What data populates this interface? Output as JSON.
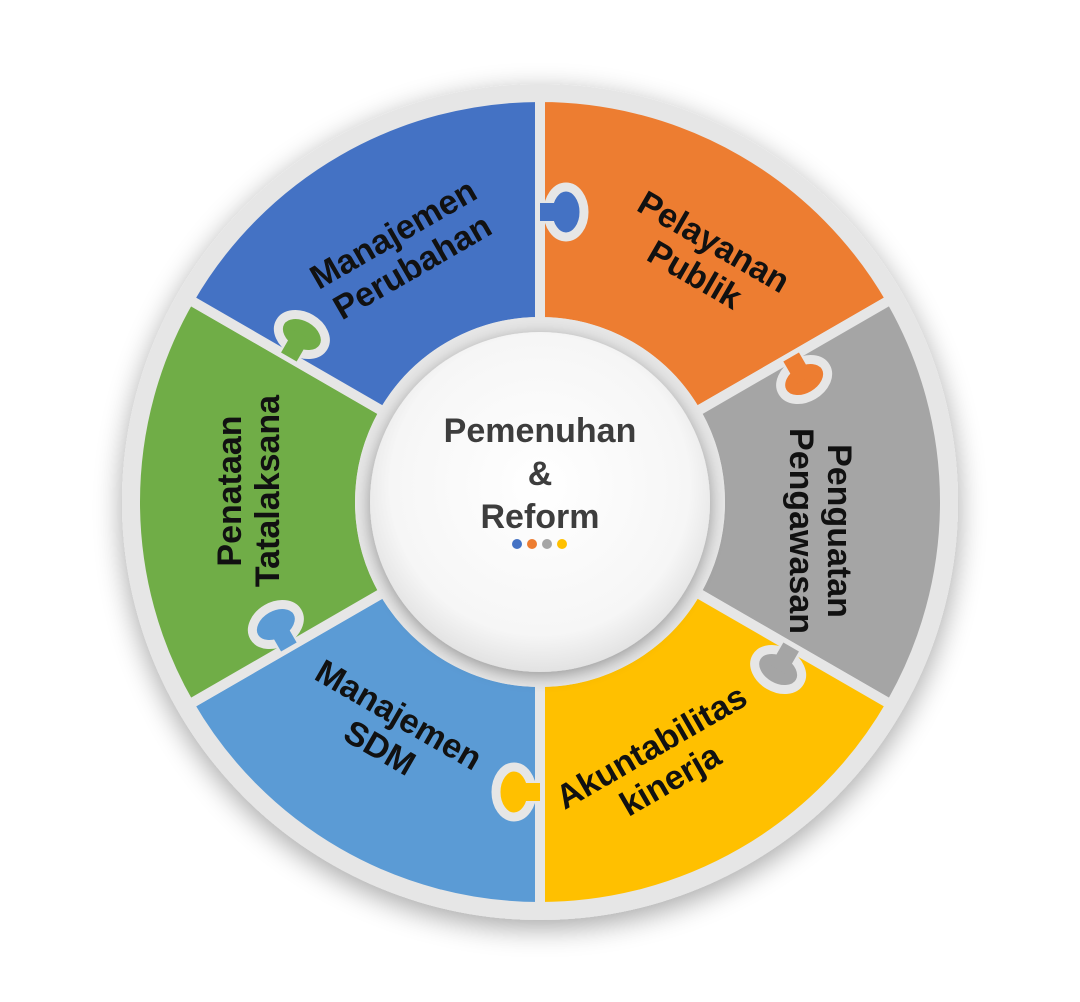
{
  "center": {
    "line1": "Pemenuhan",
    "line2": "&",
    "line3": "Reform",
    "dot_colors": [
      "#4472C4",
      "#ED7D31",
      "#A5A5A5",
      "#FFC000"
    ]
  },
  "segments": [
    {
      "id": "pelayanan-publik",
      "lines": [
        "Pelayanan",
        "Publik"
      ],
      "color": "#ED7D31"
    },
    {
      "id": "penguatan-pengawasan",
      "lines": [
        "Penguatan",
        "Pengawasan"
      ],
      "color": "#A5A5A5"
    },
    {
      "id": "akuntabilitas-kinerja",
      "lines": [
        "Akuntabilitas",
        "kinerja"
      ],
      "color": "#FFC000"
    },
    {
      "id": "manajemen-sdm",
      "lines": [
        "Manajemen",
        "SDM"
      ],
      "color": "#5B9BD5"
    },
    {
      "id": "penataan-tatalaksana",
      "lines": [
        "Penataan",
        "Tatalaksana"
      ],
      "color": "#70AD47"
    },
    {
      "id": "manajemen-perubahan",
      "lines": [
        "Manajemen",
        "Perubahan"
      ],
      "color": "#4472C4"
    }
  ]
}
